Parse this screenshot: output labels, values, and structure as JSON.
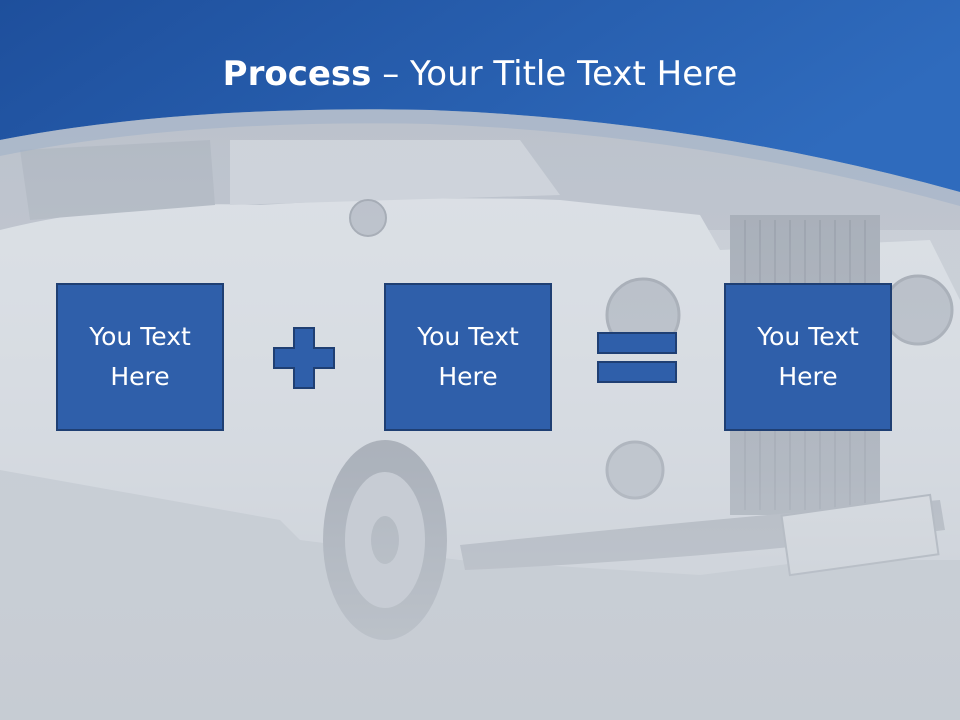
{
  "slide": {
    "title_bold": "Process",
    "title_dash": " – ",
    "title_rest": "Your Title Text Here"
  },
  "boxes": [
    {
      "text": "You Text Here"
    },
    {
      "text": "You Text Here"
    },
    {
      "text": "You Text Here"
    }
  ],
  "icons": {
    "plus": "plus-icon",
    "equals": "equals-icon"
  },
  "colors": {
    "header_blue": "#2d63b0",
    "box_fill": "#2f5faa",
    "box_border": "#1f3f73",
    "background": "#c9ced6"
  }
}
